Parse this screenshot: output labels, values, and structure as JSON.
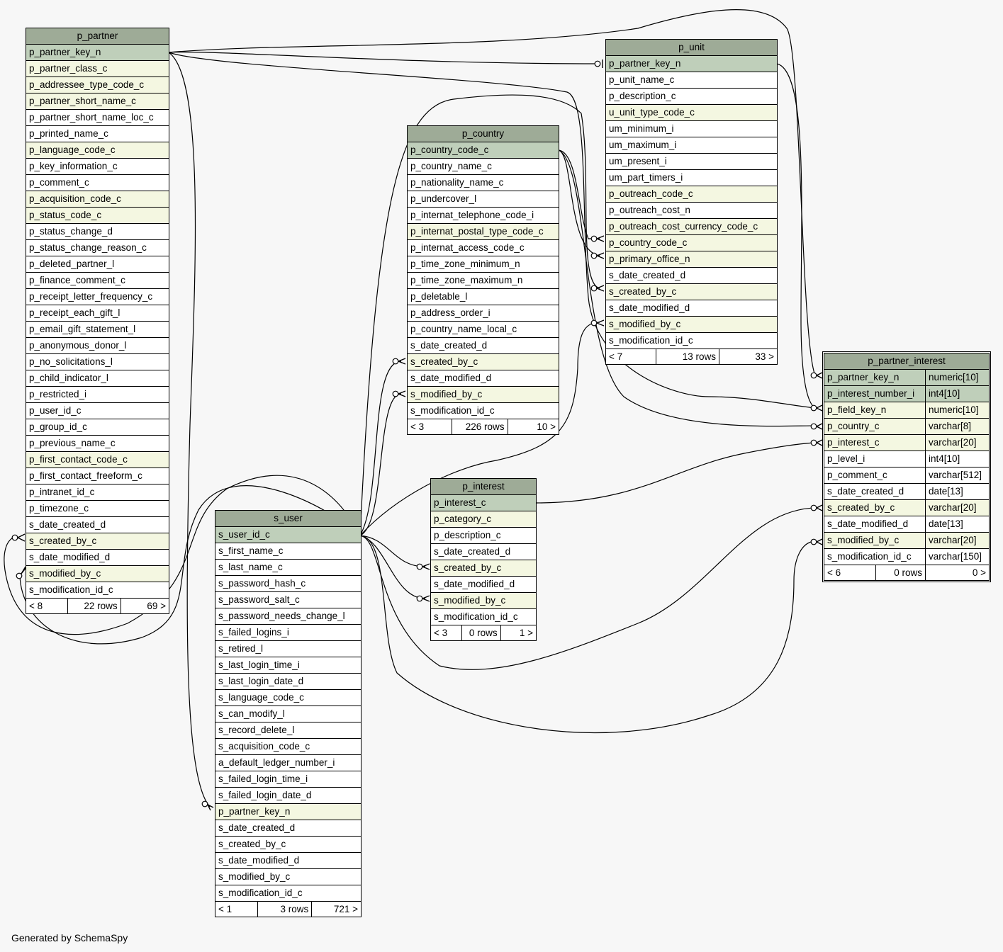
{
  "footer_text": "Generated by SchemaSpy",
  "tables": {
    "p_partner": {
      "name": "p_partner",
      "columns": [
        {
          "name": "p_partner_key_n",
          "kind": "pk"
        },
        {
          "name": "p_partner_class_c",
          "kind": "fk"
        },
        {
          "name": "p_addressee_type_code_c",
          "kind": "fk"
        },
        {
          "name": "p_partner_short_name_c",
          "kind": "fk"
        },
        {
          "name": "p_partner_short_name_loc_c",
          "kind": "plain"
        },
        {
          "name": "p_printed_name_c",
          "kind": "plain"
        },
        {
          "name": "p_language_code_c",
          "kind": "fk"
        },
        {
          "name": "p_key_information_c",
          "kind": "plain"
        },
        {
          "name": "p_comment_c",
          "kind": "plain"
        },
        {
          "name": "p_acquisition_code_c",
          "kind": "fk"
        },
        {
          "name": "p_status_code_c",
          "kind": "fk"
        },
        {
          "name": "p_status_change_d",
          "kind": "plain"
        },
        {
          "name": "p_status_change_reason_c",
          "kind": "plain"
        },
        {
          "name": "p_deleted_partner_l",
          "kind": "plain"
        },
        {
          "name": "p_finance_comment_c",
          "kind": "plain"
        },
        {
          "name": "p_receipt_letter_frequency_c",
          "kind": "plain"
        },
        {
          "name": "p_receipt_each_gift_l",
          "kind": "plain"
        },
        {
          "name": "p_email_gift_statement_l",
          "kind": "plain"
        },
        {
          "name": "p_anonymous_donor_l",
          "kind": "plain"
        },
        {
          "name": "p_no_solicitations_l",
          "kind": "plain"
        },
        {
          "name": "p_child_indicator_l",
          "kind": "plain"
        },
        {
          "name": "p_restricted_i",
          "kind": "plain"
        },
        {
          "name": "p_user_id_c",
          "kind": "plain"
        },
        {
          "name": "p_group_id_c",
          "kind": "plain"
        },
        {
          "name": "p_previous_name_c",
          "kind": "plain"
        },
        {
          "name": "p_first_contact_code_c",
          "kind": "fk"
        },
        {
          "name": "p_first_contact_freeform_c",
          "kind": "plain"
        },
        {
          "name": "p_intranet_id_c",
          "kind": "plain"
        },
        {
          "name": "p_timezone_c",
          "kind": "plain"
        },
        {
          "name": "s_date_created_d",
          "kind": "plain"
        },
        {
          "name": "s_created_by_c",
          "kind": "fk"
        },
        {
          "name": "s_date_modified_d",
          "kind": "plain"
        },
        {
          "name": "s_modified_by_c",
          "kind": "fk"
        },
        {
          "name": "s_modification_id_c",
          "kind": "plain"
        }
      ],
      "footer": {
        "parents": "< 8",
        "rows": "22 rows",
        "children": "69 >"
      }
    },
    "s_user": {
      "name": "s_user",
      "columns": [
        {
          "name": "s_user_id_c",
          "kind": "pk"
        },
        {
          "name": "s_first_name_c",
          "kind": "plain"
        },
        {
          "name": "s_last_name_c",
          "kind": "plain"
        },
        {
          "name": "s_password_hash_c",
          "kind": "plain"
        },
        {
          "name": "s_password_salt_c",
          "kind": "plain"
        },
        {
          "name": "s_password_needs_change_l",
          "kind": "plain"
        },
        {
          "name": "s_failed_logins_i",
          "kind": "plain"
        },
        {
          "name": "s_retired_l",
          "kind": "plain"
        },
        {
          "name": "s_last_login_time_i",
          "kind": "plain"
        },
        {
          "name": "s_last_login_date_d",
          "kind": "plain"
        },
        {
          "name": "s_language_code_c",
          "kind": "plain"
        },
        {
          "name": "s_can_modify_l",
          "kind": "plain"
        },
        {
          "name": "s_record_delete_l",
          "kind": "plain"
        },
        {
          "name": "s_acquisition_code_c",
          "kind": "plain"
        },
        {
          "name": "a_default_ledger_number_i",
          "kind": "plain"
        },
        {
          "name": "s_failed_login_time_i",
          "kind": "plain"
        },
        {
          "name": "s_failed_login_date_d",
          "kind": "plain"
        },
        {
          "name": "p_partner_key_n",
          "kind": "fk"
        },
        {
          "name": "s_date_created_d",
          "kind": "plain"
        },
        {
          "name": "s_created_by_c",
          "kind": "plain"
        },
        {
          "name": "s_date_modified_d",
          "kind": "plain"
        },
        {
          "name": "s_modified_by_c",
          "kind": "plain"
        },
        {
          "name": "s_modification_id_c",
          "kind": "plain"
        }
      ],
      "footer": {
        "parents": "< 1",
        "rows": "3 rows",
        "children": "721 >"
      }
    },
    "p_country": {
      "name": "p_country",
      "columns": [
        {
          "name": "p_country_code_c",
          "kind": "pk"
        },
        {
          "name": "p_country_name_c",
          "kind": "plain"
        },
        {
          "name": "p_nationality_name_c",
          "kind": "plain"
        },
        {
          "name": "p_undercover_l",
          "kind": "plain"
        },
        {
          "name": "p_internat_telephone_code_i",
          "kind": "plain"
        },
        {
          "name": "p_internat_postal_type_code_c",
          "kind": "fk"
        },
        {
          "name": "p_internat_access_code_c",
          "kind": "plain"
        },
        {
          "name": "p_time_zone_minimum_n",
          "kind": "plain"
        },
        {
          "name": "p_time_zone_maximum_n",
          "kind": "plain"
        },
        {
          "name": "p_deletable_l",
          "kind": "plain"
        },
        {
          "name": "p_address_order_i",
          "kind": "plain"
        },
        {
          "name": "p_country_name_local_c",
          "kind": "plain"
        },
        {
          "name": "s_date_created_d",
          "kind": "plain"
        },
        {
          "name": "s_created_by_c",
          "kind": "fk"
        },
        {
          "name": "s_date_modified_d",
          "kind": "plain"
        },
        {
          "name": "s_modified_by_c",
          "kind": "fk"
        },
        {
          "name": "s_modification_id_c",
          "kind": "plain"
        }
      ],
      "footer": {
        "parents": "< 3",
        "rows": "226 rows",
        "children": "10 >"
      }
    },
    "p_interest": {
      "name": "p_interest",
      "columns": [
        {
          "name": "p_interest_c",
          "kind": "pk"
        },
        {
          "name": "p_category_c",
          "kind": "fk"
        },
        {
          "name": "p_description_c",
          "kind": "plain"
        },
        {
          "name": "s_date_created_d",
          "kind": "plain"
        },
        {
          "name": "s_created_by_c",
          "kind": "fk"
        },
        {
          "name": "s_date_modified_d",
          "kind": "plain"
        },
        {
          "name": "s_modified_by_c",
          "kind": "fk"
        },
        {
          "name": "s_modification_id_c",
          "kind": "plain"
        }
      ],
      "footer": {
        "parents": "< 3",
        "rows": "0 rows",
        "children": "1 >"
      }
    },
    "p_unit": {
      "name": "p_unit",
      "columns": [
        {
          "name": "p_partner_key_n",
          "kind": "pk"
        },
        {
          "name": "p_unit_name_c",
          "kind": "plain"
        },
        {
          "name": "p_description_c",
          "kind": "plain"
        },
        {
          "name": "u_unit_type_code_c",
          "kind": "fk"
        },
        {
          "name": "um_minimum_i",
          "kind": "plain"
        },
        {
          "name": "um_maximum_i",
          "kind": "plain"
        },
        {
          "name": "um_present_i",
          "kind": "plain"
        },
        {
          "name": "um_part_timers_i",
          "kind": "plain"
        },
        {
          "name": "p_outreach_code_c",
          "kind": "fk"
        },
        {
          "name": "p_outreach_cost_n",
          "kind": "plain"
        },
        {
          "name": "p_outreach_cost_currency_code_c",
          "kind": "fk"
        },
        {
          "name": "p_country_code_c",
          "kind": "fk"
        },
        {
          "name": "p_primary_office_n",
          "kind": "fk"
        },
        {
          "name": "s_date_created_d",
          "kind": "plain"
        },
        {
          "name": "s_created_by_c",
          "kind": "fk"
        },
        {
          "name": "s_date_modified_d",
          "kind": "plain"
        },
        {
          "name": "s_modified_by_c",
          "kind": "fk"
        },
        {
          "name": "s_modification_id_c",
          "kind": "plain"
        }
      ],
      "footer": {
        "parents": "< 7",
        "rows": "13 rows",
        "children": "33 >"
      }
    },
    "p_partner_interest": {
      "name": "p_partner_interest",
      "columns": [
        {
          "name": "p_partner_key_n",
          "type": "numeric[10]",
          "kind": "pk"
        },
        {
          "name": "p_interest_number_i",
          "type": "int4[10]",
          "kind": "pk"
        },
        {
          "name": "p_field_key_n",
          "type": "numeric[10]",
          "kind": "fk"
        },
        {
          "name": "p_country_c",
          "type": "varchar[8]",
          "kind": "fk"
        },
        {
          "name": "p_interest_c",
          "type": "varchar[20]",
          "kind": "fk"
        },
        {
          "name": "p_level_i",
          "type": "int4[10]",
          "kind": "plain"
        },
        {
          "name": "p_comment_c",
          "type": "varchar[512]",
          "kind": "plain"
        },
        {
          "name": "s_date_created_d",
          "type": "date[13]",
          "kind": "plain"
        },
        {
          "name": "s_created_by_c",
          "type": "varchar[20]",
          "kind": "fk"
        },
        {
          "name": "s_date_modified_d",
          "type": "date[13]",
          "kind": "plain"
        },
        {
          "name": "s_modified_by_c",
          "type": "varchar[20]",
          "kind": "fk"
        },
        {
          "name": "s_modification_id_c",
          "type": "varchar[150]",
          "kind": "plain"
        }
      ],
      "footer": {
        "parents": "< 6",
        "rows": "0 rows",
        "children": "0 >"
      }
    }
  }
}
